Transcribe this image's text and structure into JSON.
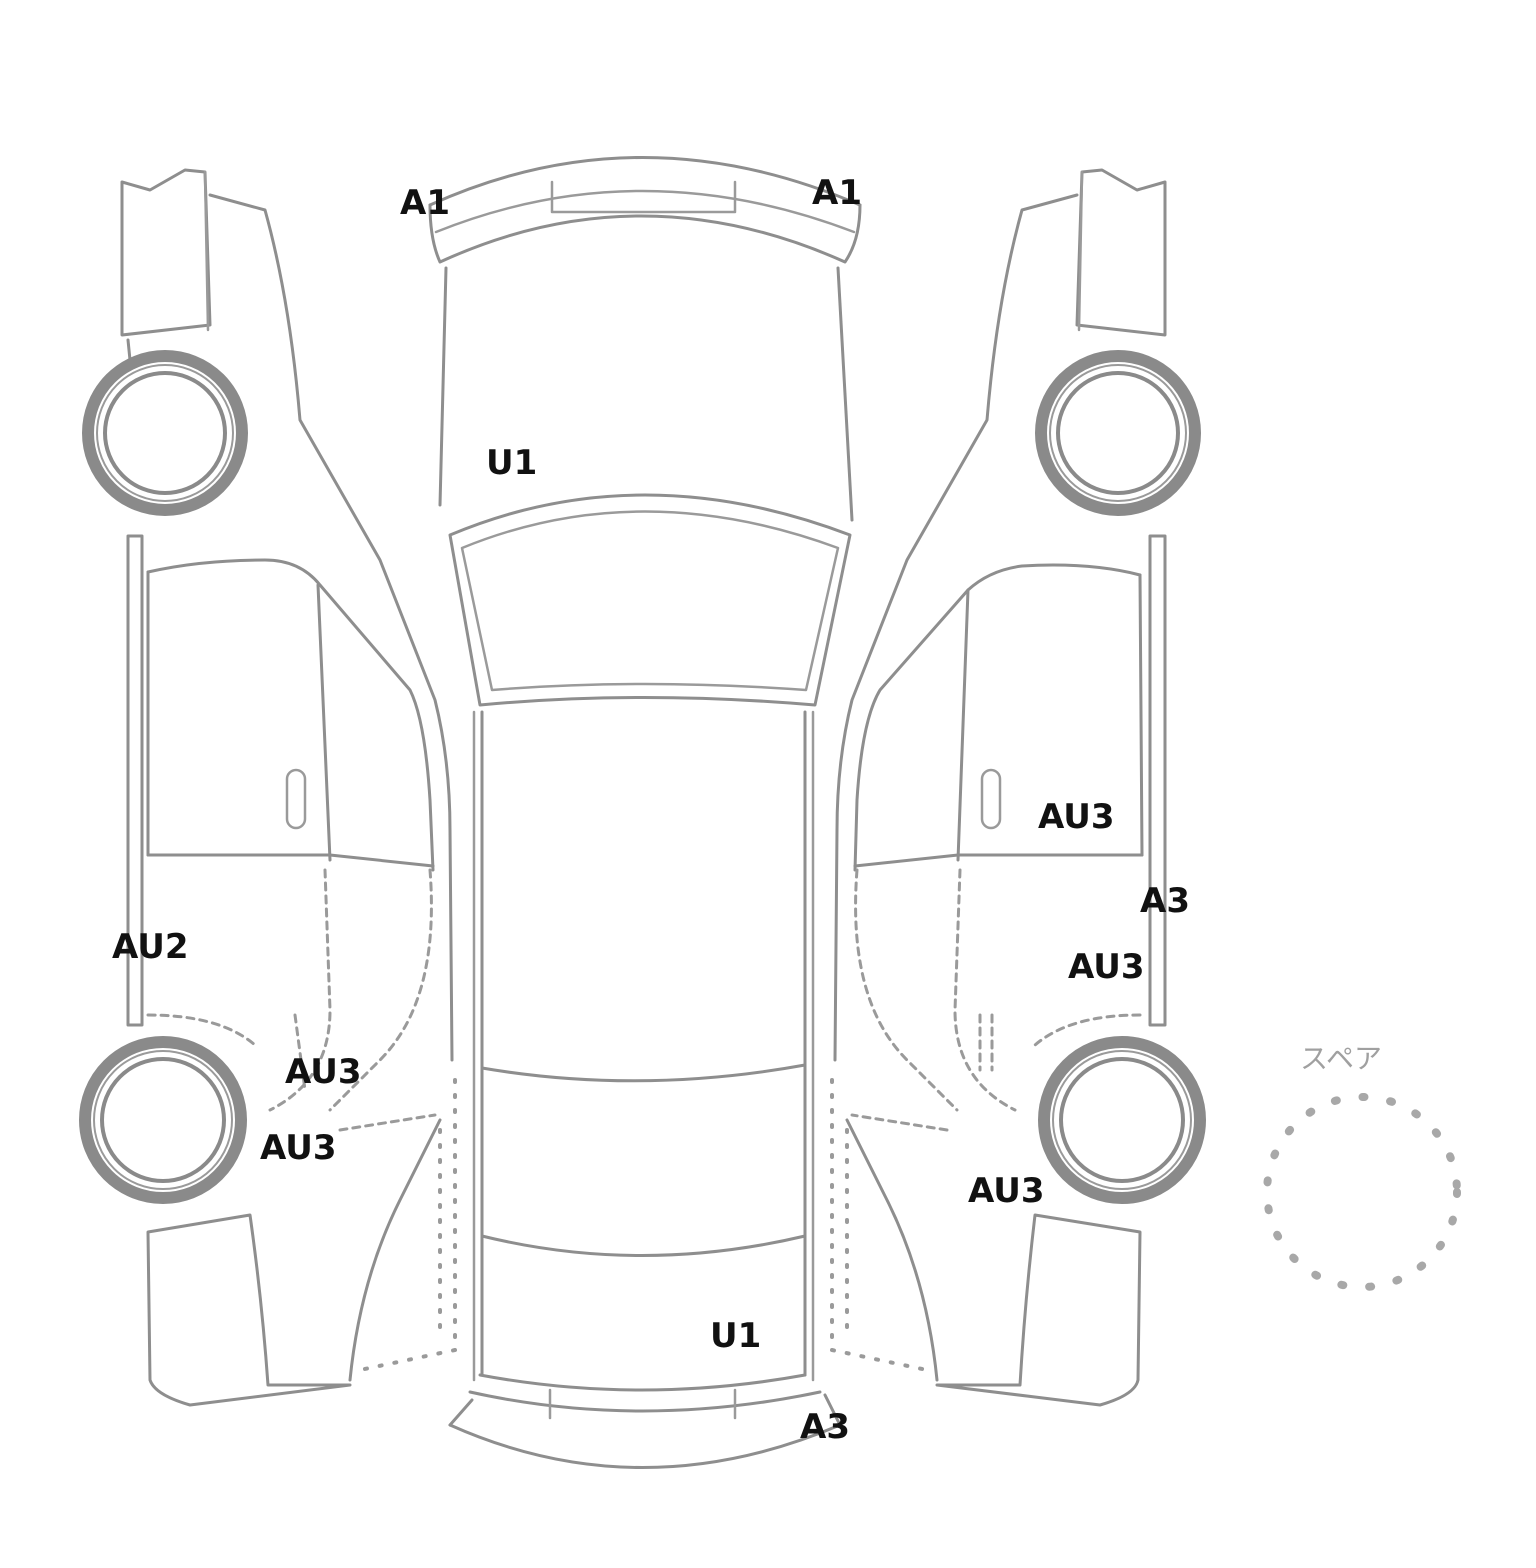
{
  "spare": {
    "label": "スペア"
  },
  "damage_marks": [
    {
      "code": "A1"
    },
    {
      "code": "A1"
    },
    {
      "code": "U1"
    },
    {
      "code": "AU3"
    },
    {
      "code": "A3"
    },
    {
      "code": "AU3"
    },
    {
      "code": "AU2"
    },
    {
      "code": "AU3"
    },
    {
      "code": "AU3"
    },
    {
      "code": "AU3"
    },
    {
      "code": "U1"
    },
    {
      "code": "A3"
    }
  ]
}
